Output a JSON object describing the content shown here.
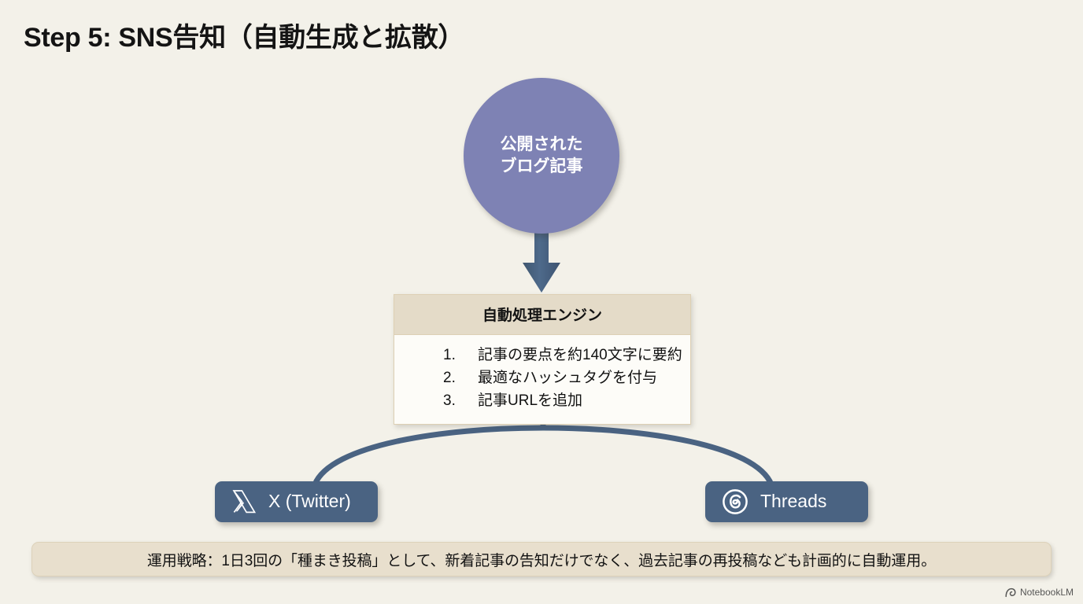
{
  "slide": {
    "title": "Step 5: SNS告知（自動生成と拡散）",
    "background_color": "#f3f1e9"
  },
  "source_node": {
    "name": "published-blog-article",
    "line1": "公開された",
    "line2": "ブログ記事",
    "fill_color": "#7e82b4",
    "text_color": "#ffffff"
  },
  "flow_arrow": {
    "direction": "down",
    "color": "#4a6382"
  },
  "engine": {
    "header": "自動処理エンジン",
    "header_color": "#e4dbc8",
    "body_color": "#fdfcf8",
    "border_color": "#ddd0b4",
    "steps": [
      "記事の要点を約140文字に要約",
      "最適なハッシュタグを付与",
      "記事URLを追加"
    ]
  },
  "connector": {
    "color": "#4a6382",
    "style": "curved-fan"
  },
  "channels": [
    {
      "id": "x-twitter",
      "label": "X (Twitter)",
      "icon": "x-twitter-icon",
      "fill_color": "#4a6382",
      "text_color": "#ffffff"
    },
    {
      "id": "threads",
      "label": "Threads",
      "icon": "threads-icon",
      "fill_color": "#4a6382",
      "text_color": "#ffffff"
    }
  ],
  "strategy_banner": {
    "text": "運用戦略：1日3回の「種まき投稿」として、新着記事の告知だけでなく、過去記事の再投稿なども計画的に自動運用。",
    "fill_color": "#e8dfcd"
  },
  "watermark": {
    "label": "NotebookLM",
    "icon": "notebooklm-logo-icon"
  }
}
